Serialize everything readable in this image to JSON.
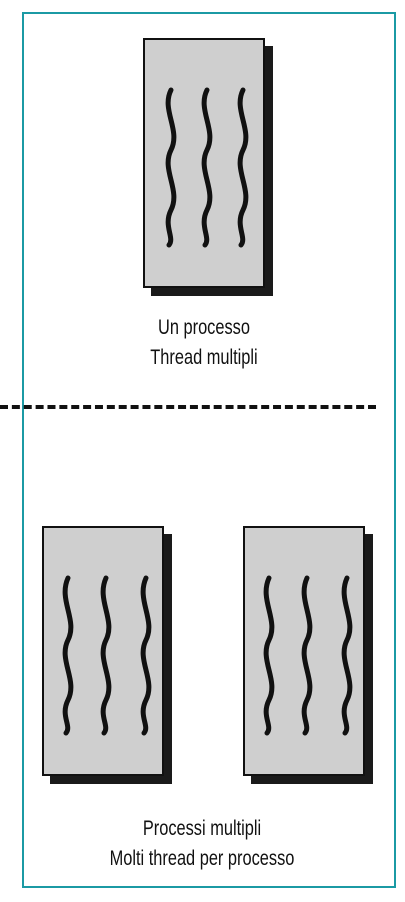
{
  "diagram": {
    "top": {
      "line1": "Un processo",
      "line2": "Thread multipli",
      "threads_per_process": 3
    },
    "bottom": {
      "line1": "Processi multipli",
      "line2": "Molti  thread per processo",
      "processes": 2,
      "threads_per_process": 3
    },
    "colors": {
      "border": "#1b9aa4",
      "process_fill": "#cfcfcf",
      "shadow": "#1a1a1a",
      "thread": "#111111"
    }
  }
}
